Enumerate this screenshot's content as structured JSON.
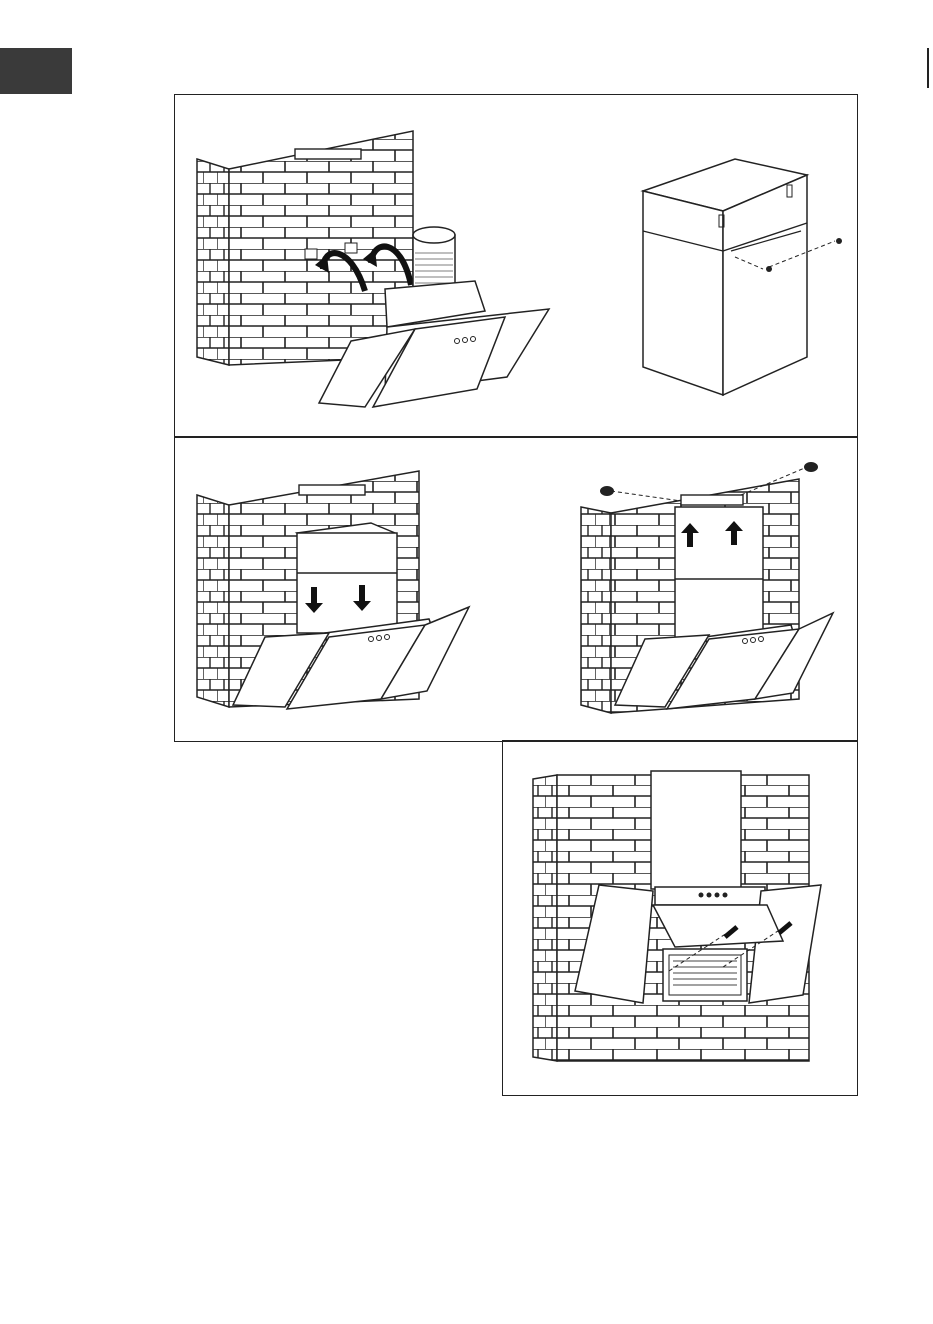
{
  "page": {
    "language_tab_color": "#3a3a3a",
    "line_color": "#222222"
  },
  "figures": [
    {
      "id": "fig-1",
      "icon": "hood-remove-ducting-icon"
    },
    {
      "id": "fig-2",
      "icon": "chimney-cover-assembly-icon"
    },
    {
      "id": "fig-3",
      "icon": "chimney-lower-into-place-icon"
    },
    {
      "id": "fig-4",
      "icon": "chimney-raise-and-screw-icon"
    },
    {
      "id": "fig-5",
      "icon": "fix-hood-with-screws-icon"
    }
  ]
}
